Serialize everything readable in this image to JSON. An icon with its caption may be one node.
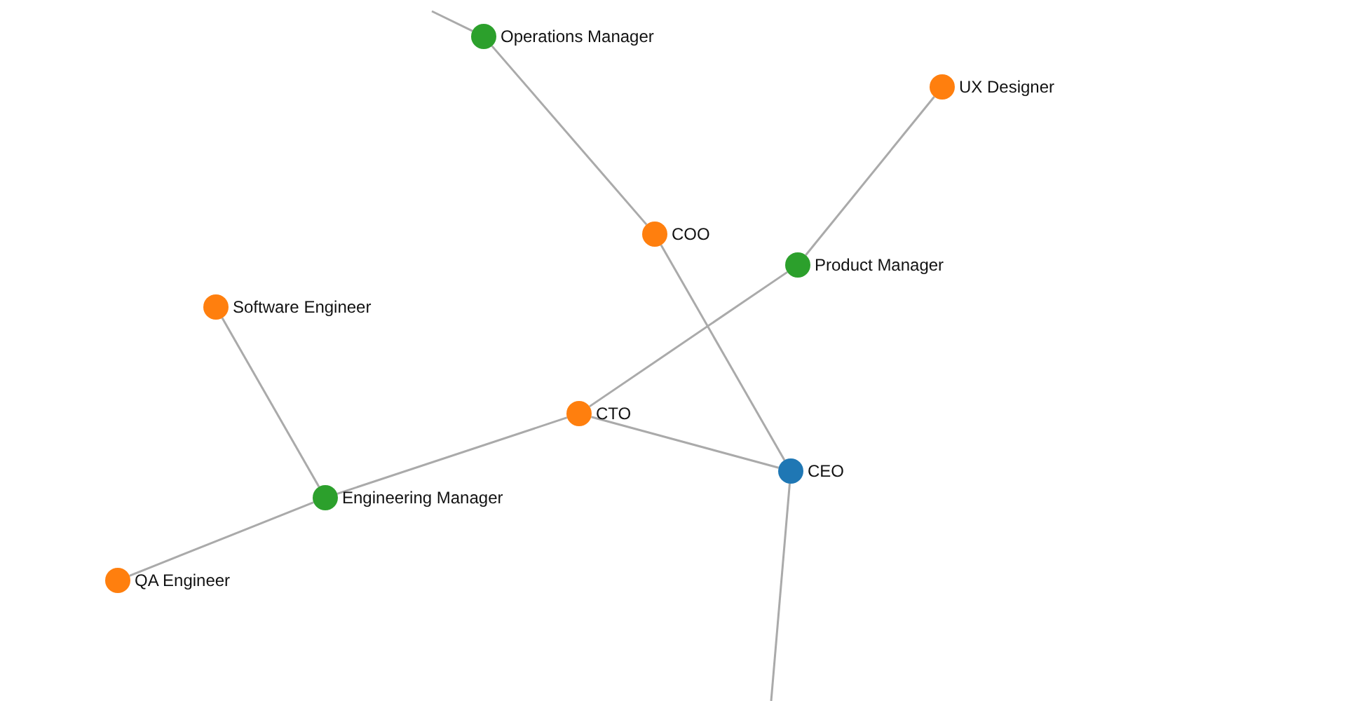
{
  "diagram": {
    "nodes": [
      {
        "text": [
          "Operations Manager"
        ]
      },
      {
        "text": [
          "UX Designer"
        ]
      },
      {
        "text": [
          "COO"
        ]
      },
      {
        "text": [
          "Product Manager"
        ]
      },
      {
        "text": [
          "Software Engineer"
        ]
      },
      {
        "text": [
          "CTO"
        ]
      },
      {
        "text": [
          "CEO"
        ]
      },
      {
        "text": [
          "Engineering Manager"
        ]
      },
      {
        "text": [
          "QA Engineer"
        ]
      }
    ],
    "edges": [
      {
        "from": null,
        "to": 0,
        "arrow": "none"
      },
      {
        "from": 0,
        "to": 2,
        "arrow": "none"
      },
      {
        "from": 2,
        "to": 6,
        "arrow": "none"
      },
      {
        "from": 6,
        "to": null,
        "arrow": "none"
      },
      {
        "from": 6,
        "to": 5,
        "arrow": "none"
      },
      {
        "from": 5,
        "to": 3,
        "arrow": "none"
      },
      {
        "from": 3,
        "to": 1,
        "arrow": "none"
      },
      {
        "from": 5,
        "to": 7,
        "arrow": "none"
      },
      {
        "from": 7,
        "to": 4,
        "arrow": "none"
      },
      {
        "from": 7,
        "to": 8,
        "arrow": "none"
      }
    ]
  }
}
